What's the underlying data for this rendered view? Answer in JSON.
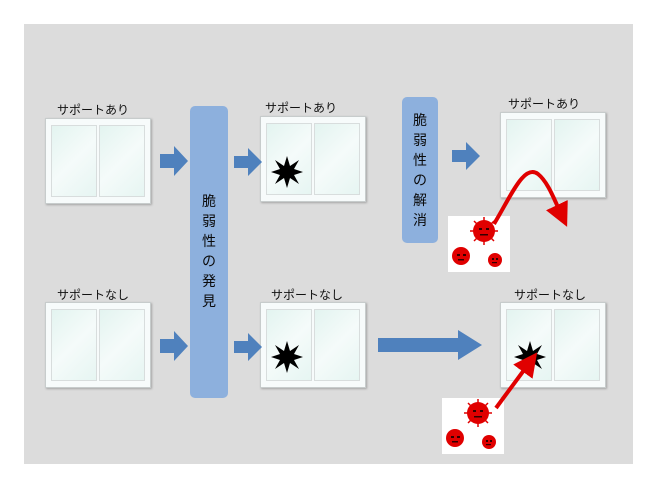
{
  "labels": {
    "support_yes": "サポートあり",
    "support_no": "サポートなし"
  },
  "boxes": {
    "discover": [
      "脆",
      "弱",
      "性",
      "の",
      "発",
      "見"
    ],
    "resolve": [
      "脆",
      "弱",
      "性",
      "の",
      "解",
      "消"
    ]
  },
  "icons": {
    "window": "window-icon",
    "burst": "burst-icon",
    "virus": "virus-icon"
  },
  "colors": {
    "background": "#dcdcdc",
    "arrow_blue": "#4f81bd",
    "box_blue": "#8db0dd",
    "attack_red": "#e00000"
  }
}
